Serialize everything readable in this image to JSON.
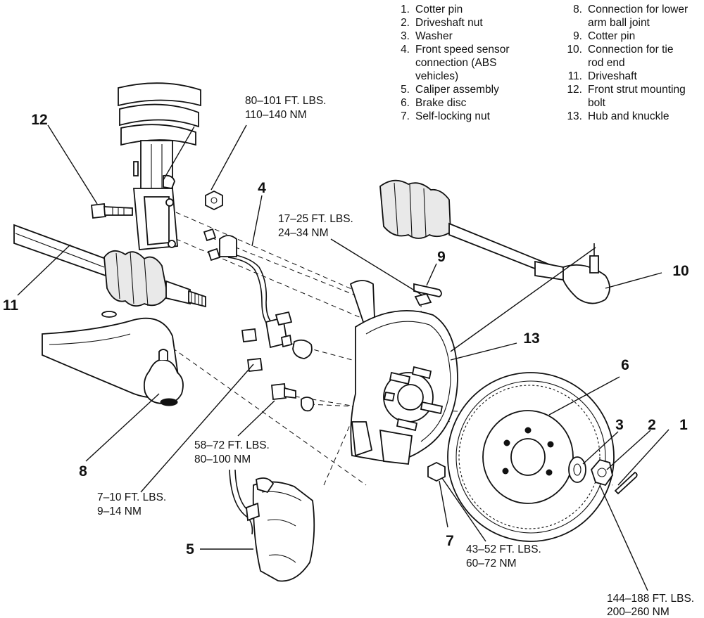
{
  "legend": [
    {
      "n": "1.",
      "text": [
        "Cotter pin"
      ]
    },
    {
      "n": "2.",
      "text": [
        "Driveshaft nut"
      ]
    },
    {
      "n": "3.",
      "text": [
        "Washer"
      ]
    },
    {
      "n": "4.",
      "text": [
        "Front speed sensor",
        "connection (ABS",
        "vehicles)"
      ]
    },
    {
      "n": "5.",
      "text": [
        "Caliper assembly"
      ]
    },
    {
      "n": "6.",
      "text": [
        "Brake disc"
      ]
    },
    {
      "n": "7.",
      "text": [
        "Self-locking nut"
      ]
    },
    {
      "n": "8.",
      "text": [
        "Connection for lower",
        "arm ball joint"
      ]
    },
    {
      "n": "9.",
      "text": [
        "Cotter pin"
      ]
    },
    {
      "n": "10.",
      "text": [
        "Connection for tie",
        "rod end"
      ]
    },
    {
      "n": "11.",
      "text": [
        "Driveshaft"
      ]
    },
    {
      "n": "12.",
      "text": [
        "Front strut mounting",
        "bolt"
      ]
    },
    {
      "n": "13.",
      "text": [
        "Hub and knuckle"
      ]
    }
  ],
  "callouts": {
    "c1": "1",
    "c2": "2",
    "c3": "3",
    "c4": "4",
    "c5": "5",
    "c6": "6",
    "c7": "7",
    "c8": "8",
    "c9": "9",
    "c10": "10",
    "c11": "11",
    "c12": "12",
    "c13": "13"
  },
  "torque_specs": {
    "strut_bolts": [
      "80–101 FT. LBS.",
      "110–140 NM"
    ],
    "speed_sensor": [
      "17–25 FT. LBS.",
      "24–34 NM"
    ],
    "caliper_bolt": [
      "58–72 FT. LBS.",
      "80–100 NM"
    ],
    "sensor_bolt": [
      "7–10 FT. LBS.",
      "9–14 NM"
    ],
    "self_locking_nut": [
      "43–52 FT. LBS.",
      "60–72 NM"
    ],
    "driveshaft_nut": [
      "144–188 FT. LBS.",
      "200–260 NM"
    ]
  }
}
